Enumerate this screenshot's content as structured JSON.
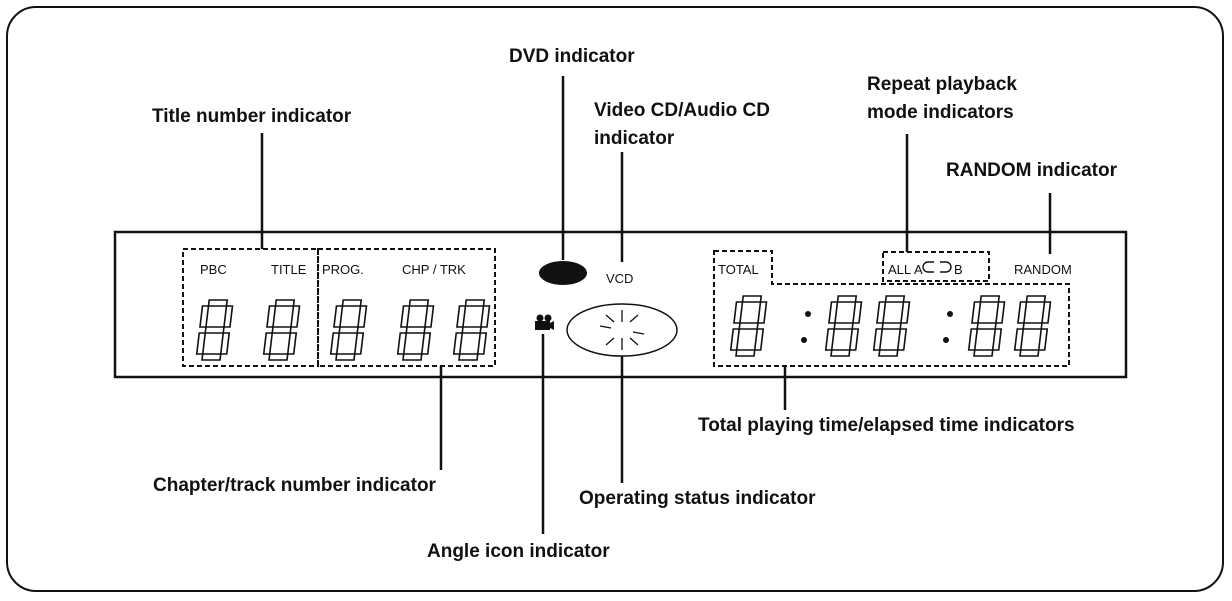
{
  "callouts": {
    "dvd": "DVD indicator",
    "title_number": "Title number indicator",
    "vcd_line1": "Video CD/Audio CD",
    "vcd_line2": "indicator",
    "repeat_line1": "Repeat playback",
    "repeat_line2": "mode indicators",
    "random": "RANDOM indicator",
    "total_time": "Total playing time/elapsed time indicators",
    "chapter_track": "Chapter/track number indicator",
    "operating_status": "Operating status indicator",
    "angle_icon": "Angle icon indicator"
  },
  "display_labels": {
    "pbc": "PBC",
    "title": "TITLE",
    "prog": "PROG.",
    "chp_trk": "CHP / TRK",
    "vcd": "VCD",
    "total": "TOTAL",
    "all": "ALL",
    "a": "A",
    "b": "B",
    "random": "RANDOM"
  },
  "digits": [
    "8",
    "8",
    "8",
    "8",
    "8",
    "8",
    "8",
    "8",
    "8",
    "8"
  ],
  "icons": [
    "dvd-oval-icon",
    "camera-angle-icon",
    "disc-status-icon",
    "repeat-loop-icon"
  ]
}
